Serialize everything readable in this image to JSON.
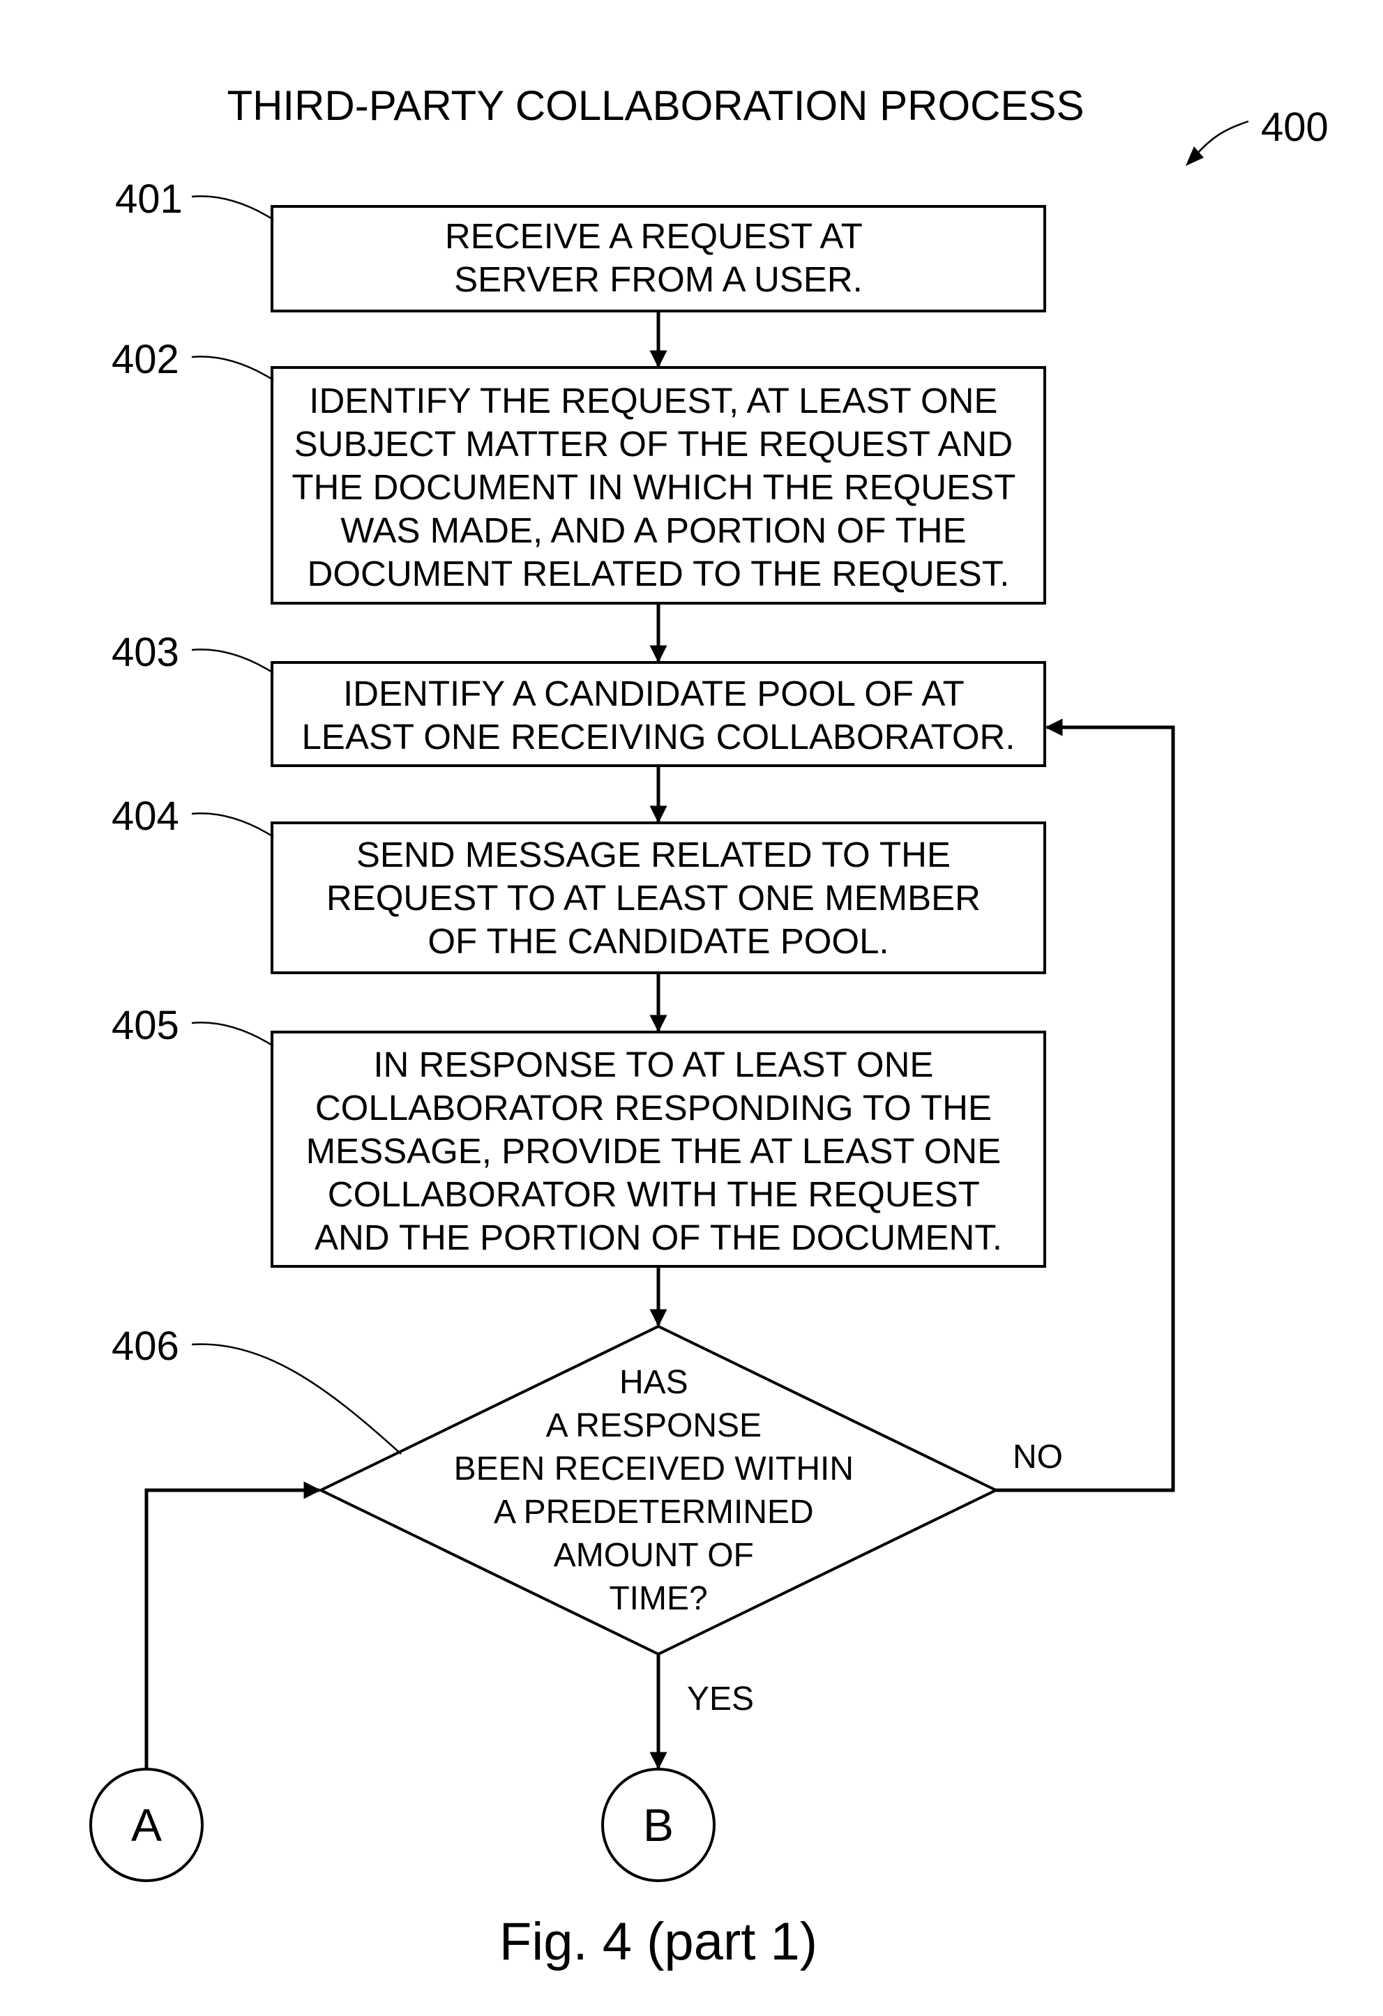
{
  "title": "THIRD-PARTY COLLABORATION PROCESS",
  "figure_ref": "400",
  "steps": [
    {
      "ref": "401",
      "lines": [
        "RECEIVE A REQUEST AT",
        "SERVER FROM A USER."
      ]
    },
    {
      "ref": "402",
      "lines": [
        "IDENTIFY THE REQUEST, AT LEAST ONE",
        "SUBJECT MATTER OF THE REQUEST AND",
        "THE DOCUMENT IN WHICH THE REQUEST",
        "WAS MADE, AND A PORTION OF THE",
        "DOCUMENT RELATED TO THE REQUEST."
      ]
    },
    {
      "ref": "403",
      "lines": [
        "IDENTIFY A CANDIDATE POOL OF AT",
        "LEAST ONE RECEIVING COLLABORATOR."
      ]
    },
    {
      "ref": "404",
      "lines": [
        "SEND MESSAGE RELATED TO THE",
        "REQUEST TO AT LEAST ONE MEMBER",
        "OF THE CANDIDATE POOL."
      ]
    },
    {
      "ref": "405",
      "lines": [
        "IN RESPONSE TO AT LEAST ONE",
        "COLLABORATOR RESPONDING TO THE",
        "MESSAGE, PROVIDE THE AT LEAST ONE",
        "COLLABORATOR WITH THE REQUEST",
        "AND THE PORTION OF THE DOCUMENT."
      ]
    }
  ],
  "decision": {
    "ref": "406",
    "lines": [
      "HAS",
      "A RESPONSE",
      "BEEN RECEIVED WITHIN",
      "A PREDETERMINED",
      "AMOUNT OF",
      "TIME?"
    ],
    "no_label": "NO",
    "yes_label": "YES"
  },
  "connectors": {
    "in": "A",
    "out": "B"
  },
  "figure_label": "Fig. 4 (part 1)"
}
